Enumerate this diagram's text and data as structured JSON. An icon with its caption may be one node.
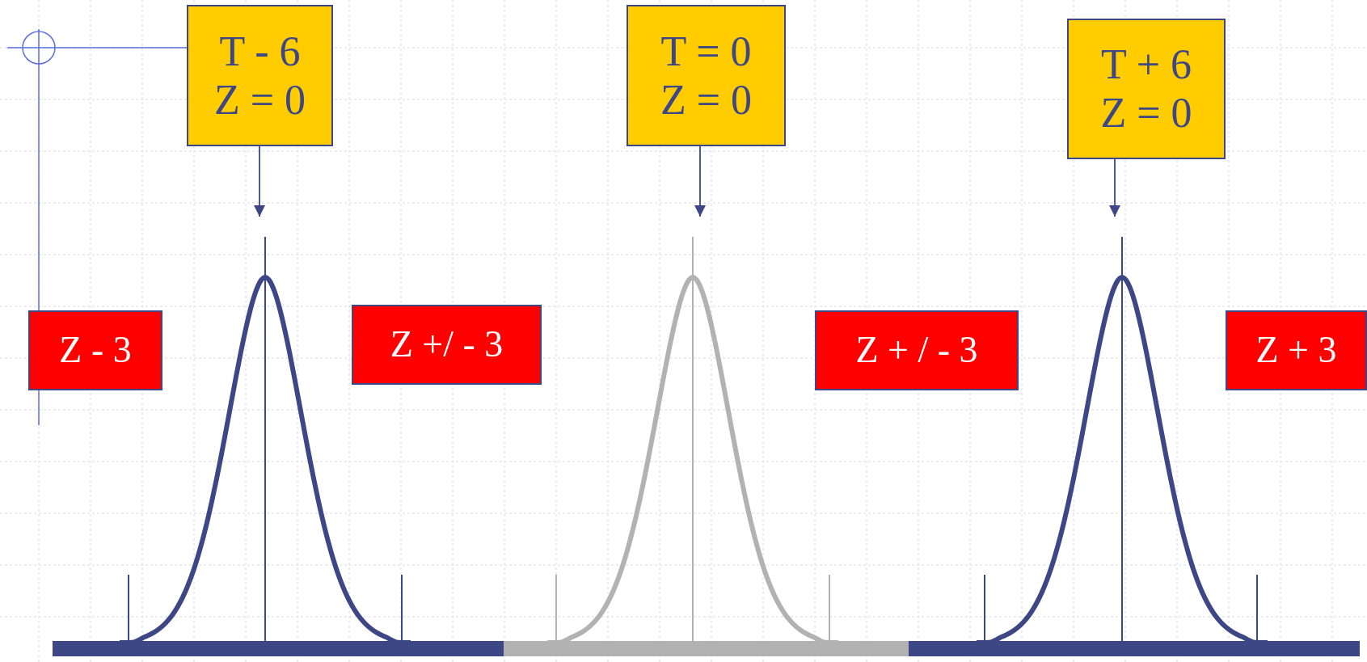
{
  "diagram": {
    "nodes": [
      {
        "text": [
          "T - 6",
          "Z = 0"
        ]
      },
      {
        "text": [
          "T = 0",
          "Z = 0"
        ]
      },
      {
        "text": [
          "T + 6",
          "Z = 0"
        ]
      },
      {
        "text": [
          "Z - 3"
        ]
      },
      {
        "text": [
          "Z +/ - 3"
        ]
      },
      {
        "text": [
          "Z + / - 3"
        ]
      },
      {
        "text": [
          "Z + 3"
        ]
      },
      {
        "text": [],
        "shape": "curve"
      },
      {
        "text": [],
        "shape": "curve"
      },
      {
        "text": [],
        "shape": "curve"
      }
    ],
    "edges": [
      {
        "from": 0,
        "to": 7,
        "arrow": "to"
      },
      {
        "from": 1,
        "to": 8,
        "arrow": "to"
      },
      {
        "from": 2,
        "to": 9,
        "arrow": "to"
      }
    ]
  }
}
